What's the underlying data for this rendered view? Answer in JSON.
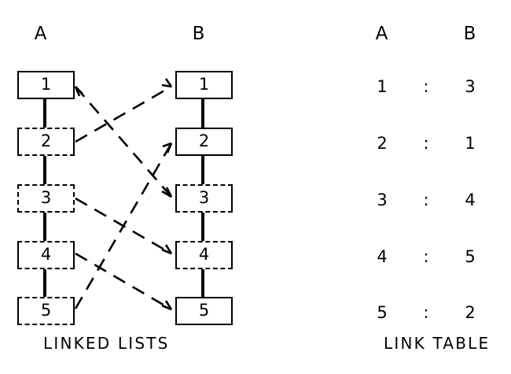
{
  "figure": {
    "title_left": "LINKED LISTS",
    "title_right": "LINK TABLE"
  },
  "lists": {
    "header_a": "A",
    "header_b": "B",
    "column_a": {
      "label": "A",
      "nodes": [
        "1",
        "2",
        "3",
        "4",
        "5"
      ]
    },
    "column_b": {
      "label": "B",
      "nodes": [
        "1",
        "2",
        "3",
        "4",
        "5"
      ]
    }
  },
  "link_table": {
    "header_a": "A",
    "header_b": "B",
    "separator": ":",
    "rows": [
      {
        "a": "1",
        "sep": ":",
        "b": "3"
      },
      {
        "a": "2",
        "sep": ":",
        "b": "1"
      },
      {
        "a": "3",
        "sep": ":",
        "b": "4"
      },
      {
        "a": "4",
        "sep": ":",
        "b": "5"
      },
      {
        "a": "5",
        "sep": ":",
        "b": "2"
      }
    ]
  },
  "chart_data": {
    "type": "diagram",
    "title": "LINKED LISTS / LINK TABLE",
    "description": "Two vertical linked lists A and B, each with five nodes numbered 1-5, joined by dashed cross-reference links defined by the link table.",
    "mapping": [
      {
        "from": "A1",
        "to": "B3"
      },
      {
        "from": "A2",
        "to": "B1"
      },
      {
        "from": "A3",
        "to": "B4"
      },
      {
        "from": "A4",
        "to": "B5"
      },
      {
        "from": "A5",
        "to": "B2"
      }
    ],
    "colors": {
      "ink": "#000000",
      "paper": "#ffffff"
    }
  }
}
